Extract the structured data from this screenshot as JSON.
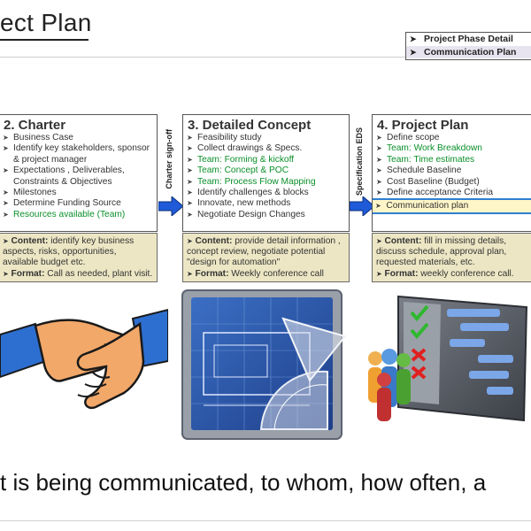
{
  "title": "ect Plan",
  "nav": {
    "items": [
      {
        "label": "Project Phase Detail"
      },
      {
        "label": "Communication Plan"
      }
    ]
  },
  "columns": [
    {
      "heading": "2. Charter",
      "items": [
        {
          "text": "Business Case",
          "green": false
        },
        {
          "text": "Identify key stakeholders, sponsor",
          "green": false
        },
        {
          "text": "& project manager",
          "green": false,
          "continued": true
        },
        {
          "text": "Expectations , Deliverables,",
          "green": false
        },
        {
          "text": "Constraints & Objectives",
          "green": false,
          "continued": true
        },
        {
          "text": "Milestones",
          "green": false
        },
        {
          "text": "Determine Funding Source",
          "green": false
        },
        {
          "text": "Resources available (Team)",
          "green": true
        }
      ],
      "content_label": "Content:",
      "content_text": " identify key business aspects, risks, opportunities, available budget etc.",
      "format_label": "Format:",
      "format_text": " Call as needed, plant visit."
    },
    {
      "heading": "3. Detailed Concept",
      "items": [
        {
          "text": "Feasibility study",
          "green": false
        },
        {
          "text": "Collect drawings & Specs.",
          "green": false
        },
        {
          "text": "Team: Forming & kickoff",
          "green": true
        },
        {
          "text": "Team: Concept & POC",
          "green": true
        },
        {
          "text": "Team: Process Flow Mapping",
          "green": true
        },
        {
          "text": "Identify challenges & blocks",
          "green": false
        },
        {
          "text": "Innovate, new methods",
          "green": false
        },
        {
          "text": "Negotiate Design Changes",
          "green": false
        }
      ],
      "content_label": "Content:",
      "content_text": " provide detail information , concept review, negotiate potential \"design for automation\"",
      "format_label": "Format:",
      "format_text": " Weekly conference call"
    },
    {
      "heading": "4. Project Plan",
      "items": [
        {
          "text": "Define scope",
          "green": false
        },
        {
          "text": "Team: Work Breakdown",
          "green": true
        },
        {
          "text": "Team: Time estimates",
          "green": true
        },
        {
          "text": "Schedule Baseline",
          "green": false
        },
        {
          "text": "Cost  Baseline (Budget)",
          "green": false
        },
        {
          "text": "Define acceptance Criteria",
          "green": false
        }
      ],
      "highlight_item": "Communication plan",
      "content_label": "Content:",
      "content_text": " fill in missing details, discuss schedule, approval plan, requested materials, etc.",
      "format_label": "Format:",
      "format_text": " weekly conference call."
    }
  ],
  "gates": [
    {
      "label": "Charter sign-off"
    },
    {
      "label": "Specification EDS"
    }
  ],
  "images": [
    {
      "icon": "handshake-icon"
    },
    {
      "icon": "blueprint-icon"
    },
    {
      "icon": "team-plan-icon"
    }
  ],
  "bottom_text": "t is being communicated, to whom, how often, a",
  "colors": {
    "green_text": "#0a8f2a",
    "band_bg": "#ece6c4",
    "highlight_border": "#2f7fd1",
    "highlight_bg": "#fff6c8",
    "arrow_blue": "#1f5bd8"
  }
}
